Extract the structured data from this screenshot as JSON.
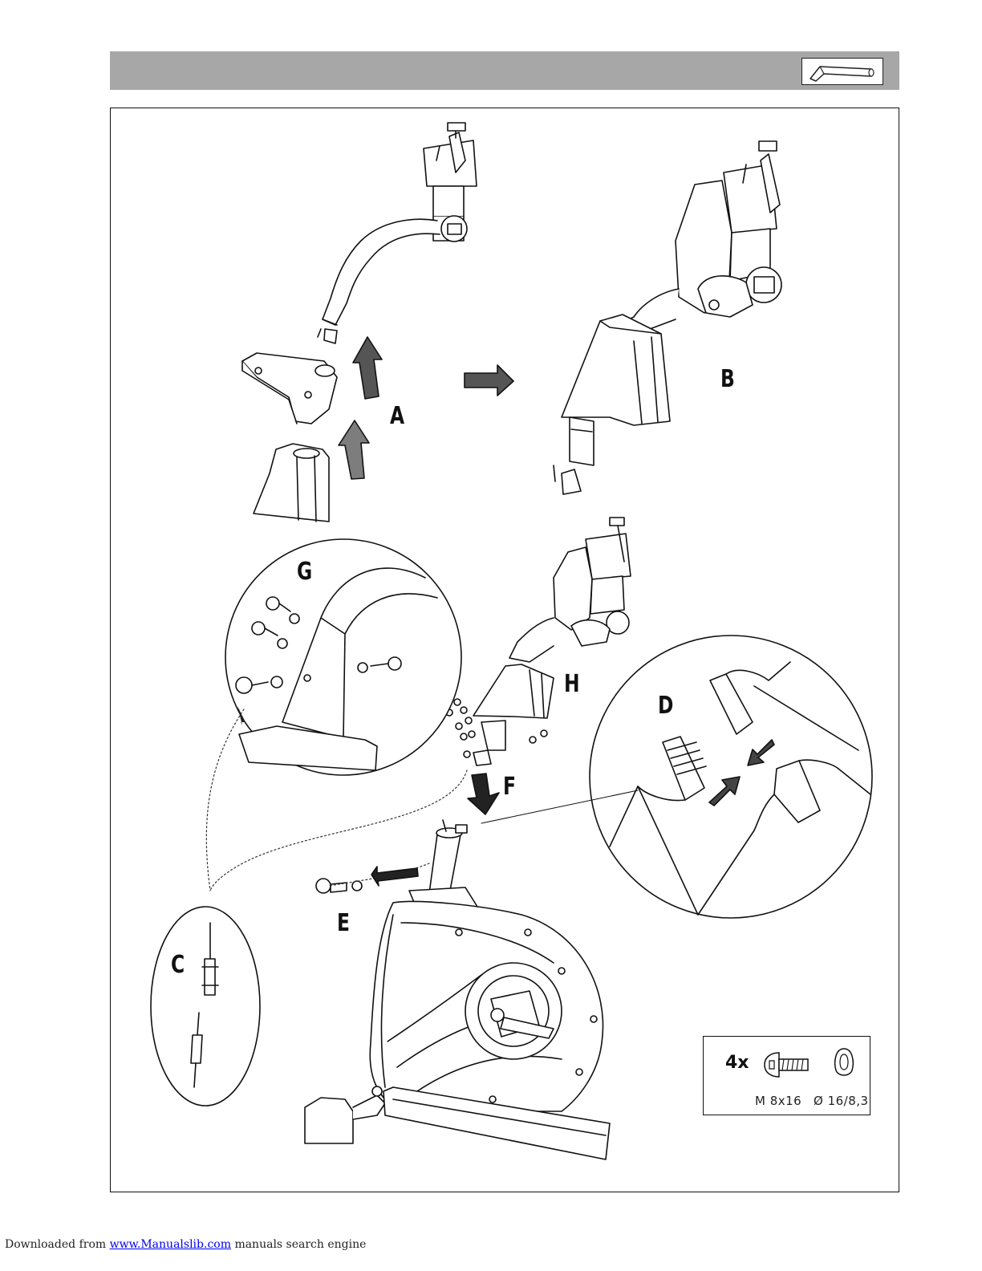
{
  "header": {
    "tool_icon": "allen-key-icon",
    "bar_color": "#a7a7a7"
  },
  "steps": {
    "a": "A",
    "b": "B",
    "c": "C",
    "d": "D",
    "e": "E",
    "f": "F",
    "g": "G",
    "h": "H"
  },
  "parts": {
    "quantity": "4x",
    "screw_icon": "bolt-icon",
    "washer_icon": "washer-icon",
    "screw_spec": "M 8x16",
    "washer_spec": "Ø 16/8,3"
  },
  "footer": {
    "prefix": "Downloaded from",
    "link_text": "www.Manualslib.com",
    "suffix": "manuals search engine"
  }
}
